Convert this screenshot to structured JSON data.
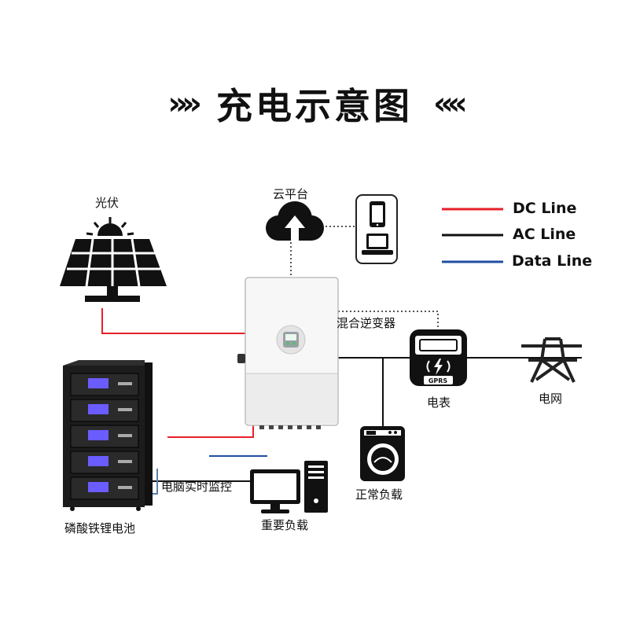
{
  "title": {
    "text": "充电示意图",
    "left_decor": "»»",
    "right_decor": "««"
  },
  "labels": {
    "solar": "光伏",
    "cloud": "云平台",
    "inverter": "混合逆变器",
    "meter": "电表",
    "grid": "电网",
    "battery": "磷酸铁锂电池",
    "pc_monitor": "电脑实时监控",
    "critical_load": "重要负载",
    "normal_load": "正常负载"
  },
  "meter_badge": "GPRS",
  "legend": [
    {
      "label": "DC Line",
      "color": "#e8202a"
    },
    {
      "label": "AC Line",
      "color": "#111111"
    },
    {
      "label": "Data Line",
      "color": "#1f4fa0"
    }
  ],
  "colors": {
    "dc": "#e8202a",
    "ac": "#111111",
    "data": "#1f4fa0",
    "dotted": "#555555",
    "battery_screen": "#6a5cff"
  },
  "icons": [
    "solar-panel-icon",
    "cloud-upload-icon",
    "phone-icon",
    "laptop-icon",
    "inverter-icon",
    "smart-meter-icon",
    "power-tower-icon",
    "battery-rack-icon",
    "desktop-computer-icon",
    "washing-machine-icon"
  ]
}
